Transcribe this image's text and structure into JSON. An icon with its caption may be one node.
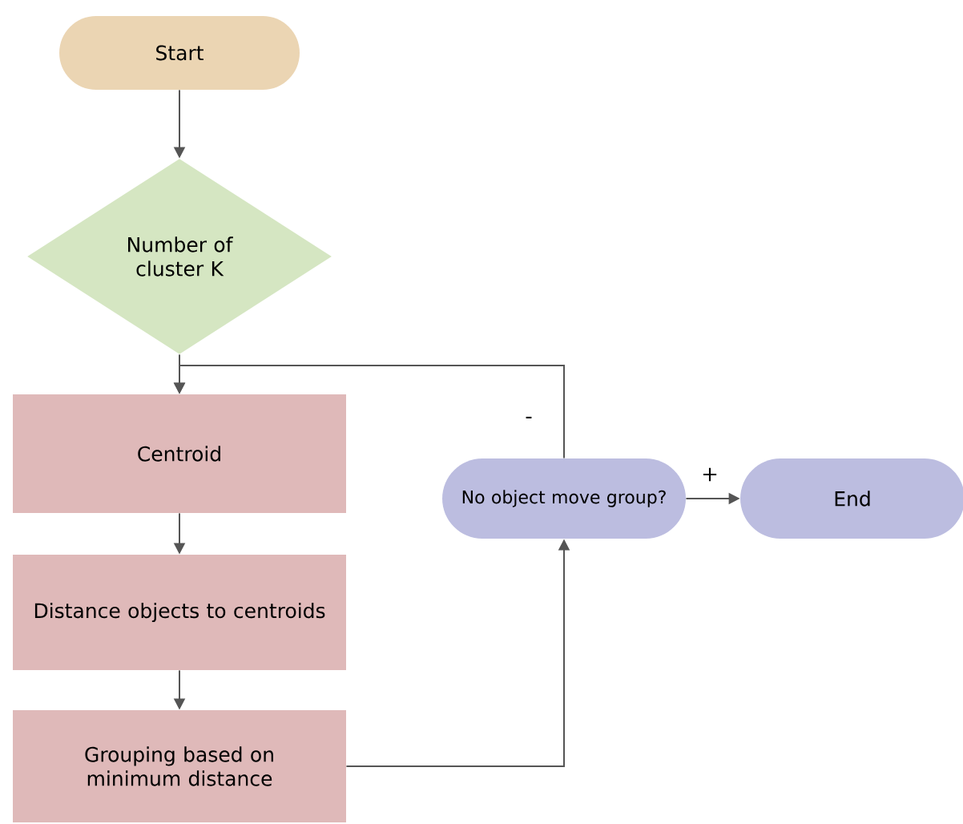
{
  "diagram": {
    "nodes": [
      {
        "text": [
          "Start"
        ]
      },
      {
        "text": [
          "Number of cluster K"
        ]
      },
      {
        "text": [
          "Centroid"
        ]
      },
      {
        "text": [
          "Distance objects to centroids"
        ]
      },
      {
        "text": [
          "Grouping based on minimum distance"
        ]
      },
      {
        "text": [
          "No object move group?"
        ]
      },
      {
        "text": [
          "End"
        ]
      }
    ],
    "edges": [
      {
        "from": 0,
        "to": 1,
        "arrow": "to"
      },
      {
        "from": 1,
        "to": 2,
        "arrow": "to"
      },
      {
        "from": 2,
        "to": 3,
        "arrow": "to"
      },
      {
        "from": 3,
        "to": 4,
        "arrow": "to"
      },
      {
        "from": 4,
        "to": 5,
        "arrow": "to"
      },
      {
        "from": 5,
        "to": 2,
        "arrow": "to",
        "label": "-"
      },
      {
        "from": 5,
        "to": 6,
        "arrow": "to",
        "label": "+"
      }
    ]
  }
}
